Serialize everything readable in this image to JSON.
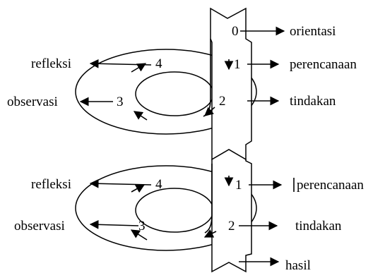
{
  "cycles": [
    {
      "stage0": {
        "num": "0",
        "label": "orientasi"
      },
      "stage1": {
        "num": "1",
        "label": "perencanaan"
      },
      "stage2": {
        "num": "2",
        "label": "tindakan"
      },
      "stage3": {
        "num": "3",
        "label": "observasi"
      },
      "stage4": {
        "num": "4",
        "label": "refleksi"
      }
    },
    {
      "stage1": {
        "num": "1",
        "label": "perencanaan"
      },
      "stage2": {
        "num": "2",
        "label": "tindakan"
      },
      "stage3": {
        "num": "3",
        "label": "observasi"
      },
      "stage4": {
        "num": "4",
        "label": "refleksi"
      },
      "result": {
        "label": "hasil"
      }
    }
  ],
  "colors": {
    "line": "#000000",
    "background": "#ffffff"
  }
}
